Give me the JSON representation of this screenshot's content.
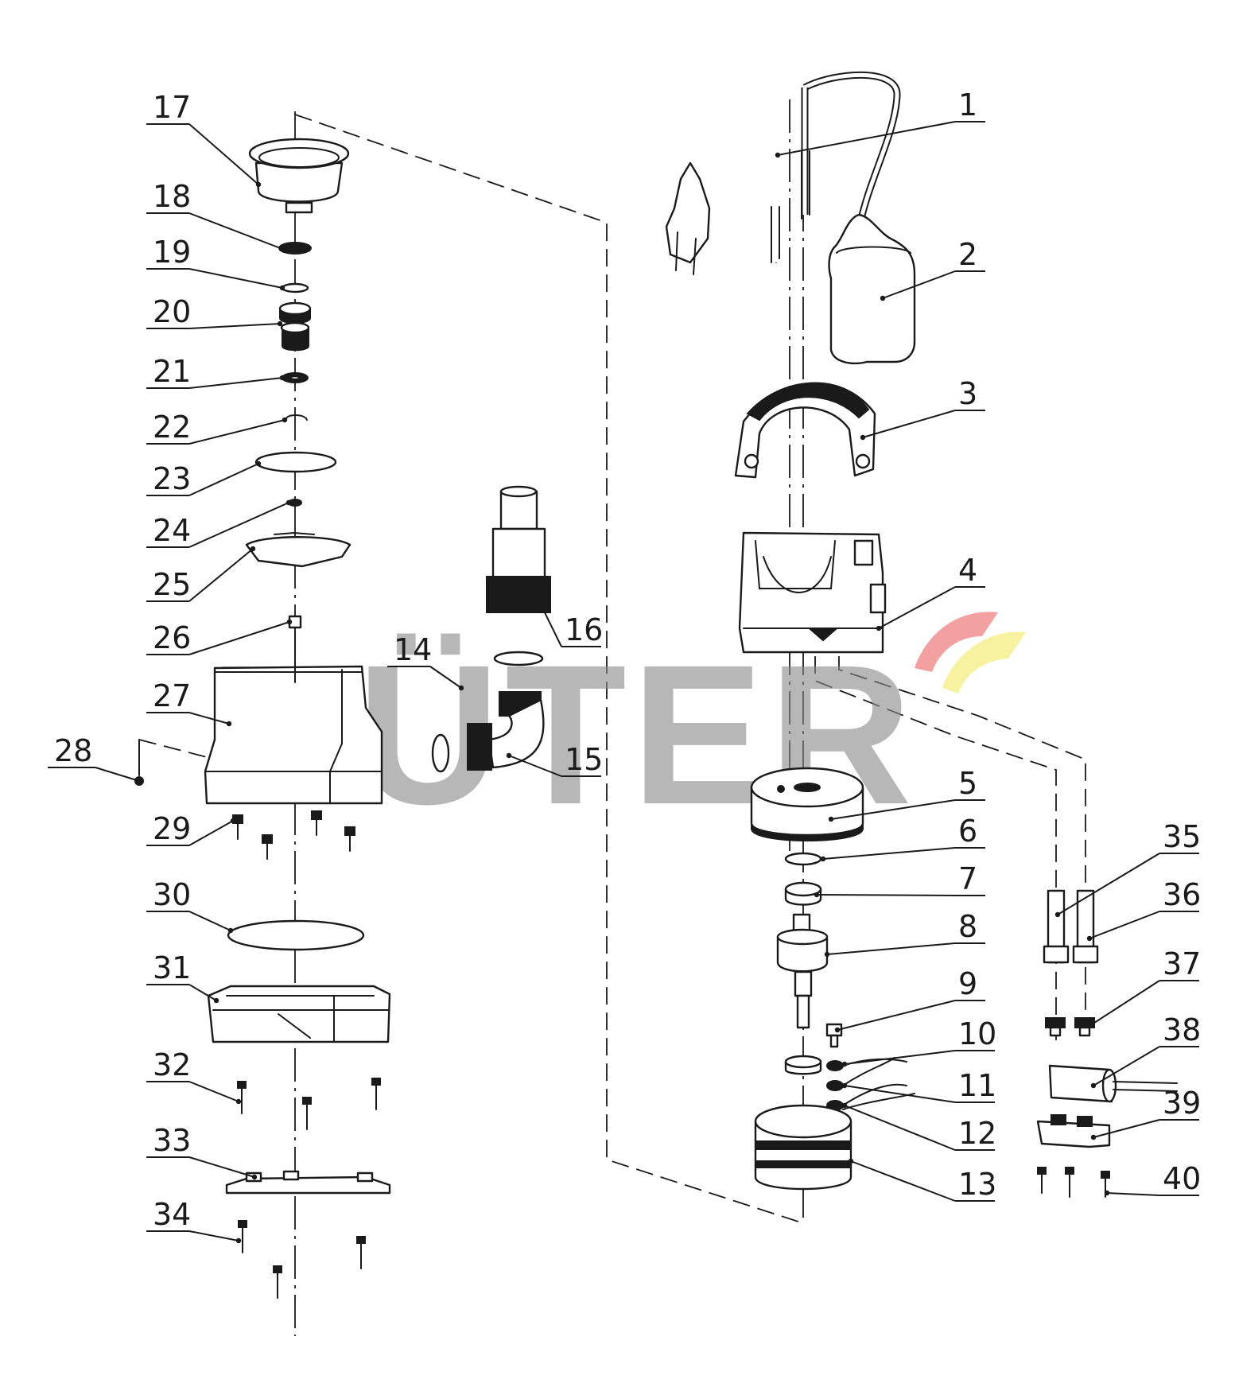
{
  "watermark": {
    "text": "HÜTER",
    "color": "#8a8a8a",
    "opacity": 0.62,
    "accent_colors": [
      "#f2a0a0",
      "#f7f2a0"
    ]
  },
  "colors": {
    "line": "#1a1a1a",
    "background": "#ffffff"
  },
  "callouts": [
    {
      "num": "1",
      "part": "power-cable"
    },
    {
      "num": "2",
      "part": "float-switch"
    },
    {
      "num": "3",
      "part": "handle"
    },
    {
      "num": "4",
      "part": "top-housing"
    },
    {
      "num": "5",
      "part": "motor-cover"
    },
    {
      "num": "6",
      "part": "washer"
    },
    {
      "num": "7",
      "part": "bearing"
    },
    {
      "num": "8",
      "part": "rotor"
    },
    {
      "num": "9",
      "part": "screw"
    },
    {
      "num": "10",
      "part": "washer"
    },
    {
      "num": "11",
      "part": "washer"
    },
    {
      "num": "12",
      "part": "washer"
    },
    {
      "num": "13",
      "part": "stator"
    },
    {
      "num": "14",
      "part": "outlet-port"
    },
    {
      "num": "15",
      "part": "elbow"
    },
    {
      "num": "16",
      "part": "hose-adapter"
    },
    {
      "num": "17",
      "part": "seal-cup"
    },
    {
      "num": "18",
      "part": "bearing-ring"
    },
    {
      "num": "19",
      "part": "washer"
    },
    {
      "num": "20",
      "part": "mechanical-seal"
    },
    {
      "num": "21",
      "part": "washer"
    },
    {
      "num": "22",
      "part": "circlip"
    },
    {
      "num": "23",
      "part": "o-ring"
    },
    {
      "num": "24",
      "part": "small-washer"
    },
    {
      "num": "25",
      "part": "impeller"
    },
    {
      "num": "26",
      "part": "nut"
    },
    {
      "num": "27",
      "part": "pump-housing"
    },
    {
      "num": "28",
      "part": "pin"
    },
    {
      "num": "29",
      "part": "screw"
    },
    {
      "num": "30",
      "part": "o-ring"
    },
    {
      "num": "31",
      "part": "base"
    },
    {
      "num": "32",
      "part": "screw"
    },
    {
      "num": "33",
      "part": "strainer-plate"
    },
    {
      "num": "34",
      "part": "screw"
    },
    {
      "num": "35",
      "part": "bolt"
    },
    {
      "num": "36",
      "part": "bolt"
    },
    {
      "num": "37",
      "part": "nut"
    },
    {
      "num": "38",
      "part": "capacitor"
    },
    {
      "num": "39",
      "part": "capacitor-holder"
    },
    {
      "num": "40",
      "part": "screw"
    }
  ]
}
